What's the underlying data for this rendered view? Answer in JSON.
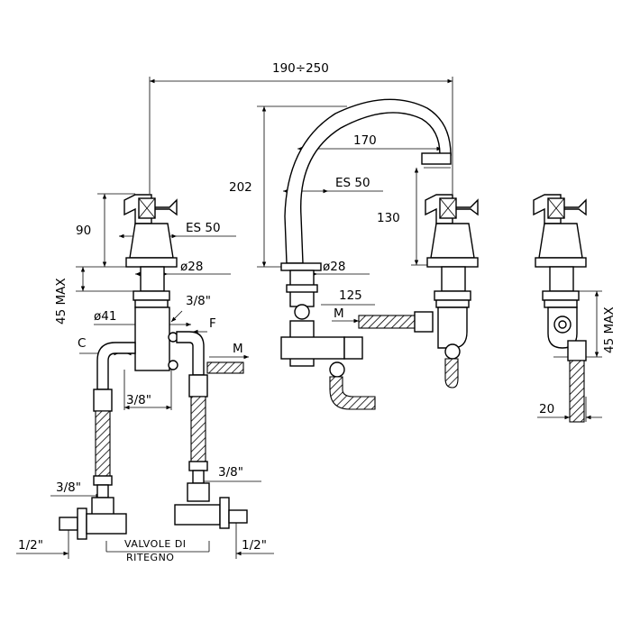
{
  "labels": {
    "span_total": "190÷250",
    "spout_reach": "170",
    "spout_height": "202",
    "spout_thread": "ES 50",
    "spout_diameter": "ø28",
    "valve_height": "130",
    "handle_height": "90",
    "handle_thread": "ES 50",
    "handle_diameter": "ø28",
    "deck_left": "45 MAX",
    "body_diameter": "ø41",
    "inlet_top": "3/8\"",
    "letter_f": "F",
    "letter_c": "C",
    "letter_m_left": "M",
    "inlet_bottom": "3/8\"",
    "spout_shank": "125",
    "letter_m_mid": "M",
    "deck_right": "45 MAX",
    "side_offset": "20",
    "hose_left": "3/8\"",
    "hose_right": "3/8\"",
    "supply_left": "1/2\"",
    "supply_right": "1/2\"",
    "check_valves_line1": "VALVOLE DI",
    "check_valves_line2": "RITEGNO"
  }
}
